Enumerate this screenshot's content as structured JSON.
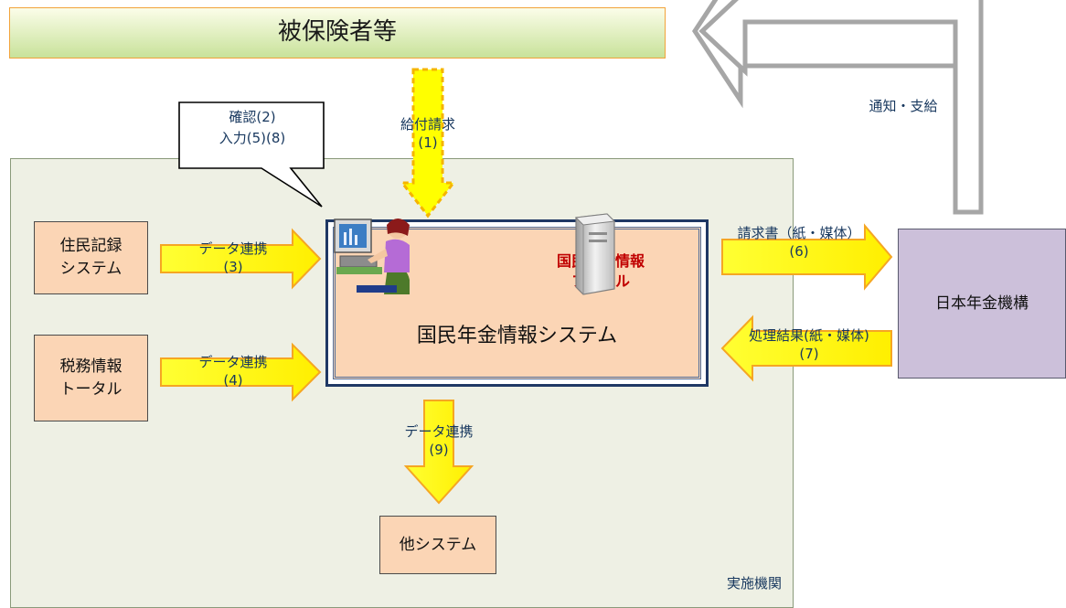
{
  "banner": {
    "label": "被保険者等"
  },
  "org_area": {
    "label": "実施機関"
  },
  "main_system": {
    "label": "国民年金情報システム",
    "file_label_1": "国民年金情報",
    "file_label_2": "ファイル"
  },
  "source_systems": {
    "juumin": {
      "line1": "住民記録",
      "line2": "システム"
    },
    "zeimu": {
      "line1": "税務情報",
      "line2": "トータル"
    }
  },
  "other_system": {
    "label": "他システム"
  },
  "pension_org": {
    "label": "日本年金機構"
  },
  "callout": {
    "line1": "確認(2)",
    "line2": "入力(5)(8)"
  },
  "flows": {
    "claim": {
      "line1": "給付請求",
      "line2": "(1)"
    },
    "link3": {
      "line1": "データ連携",
      "line2": "(3)"
    },
    "link4": {
      "line1": "データ連携",
      "line2": "(4)"
    },
    "link9": {
      "line1": "データ連携",
      "line2": "(9)"
    },
    "request": {
      "line1": "請求書（紙・媒体）",
      "line2": "(6)"
    },
    "result": {
      "line1": "処理結果(紙・媒体)",
      "line2": "(7)"
    },
    "notify": {
      "line1": "通知・支給"
    }
  },
  "colors": {
    "arrow_yellow": "#ffff00",
    "arrow_orange": "#f5a623",
    "system_box": "#fbd5b5",
    "pension_org_box": "#ccc0da",
    "area_bg": "#eef0e4",
    "file_text": "#c00000"
  },
  "icons": [
    "operator-at-computer-icon",
    "server-icon"
  ]
}
